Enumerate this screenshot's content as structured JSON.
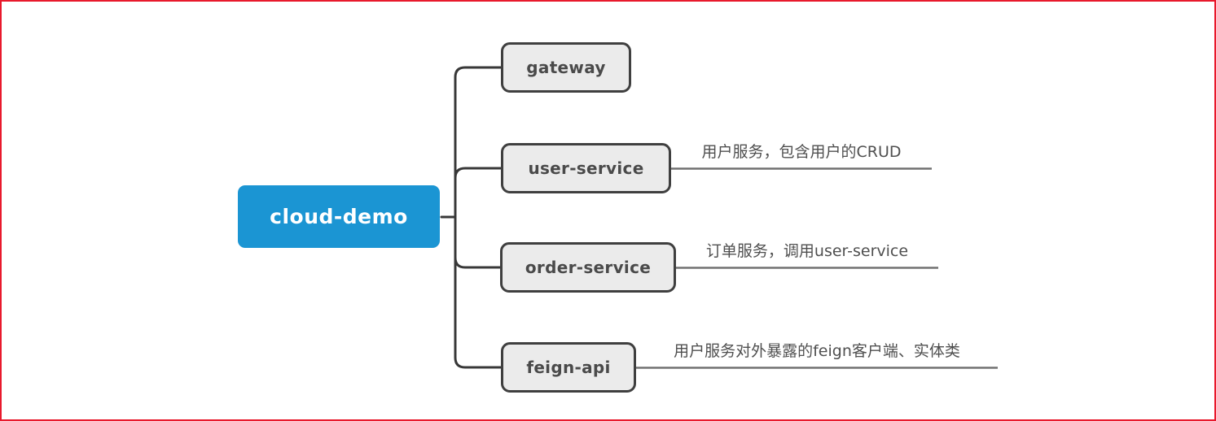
{
  "diagram": {
    "type": "mindmap",
    "root": {
      "label": "cloud-demo"
    },
    "children": [
      {
        "id": "gateway",
        "label": "gateway",
        "note": ""
      },
      {
        "id": "user-service",
        "label": "user-service",
        "note": "用户服务，包含用户的CRUD"
      },
      {
        "id": "order-service",
        "label": "order-service",
        "note": "订单服务，调用user-service"
      },
      {
        "id": "feign-api",
        "label": "feign-api",
        "note": "用户服务对外暴露的feign客户端、实体类"
      }
    ],
    "colors": {
      "root_fill": "#1B95D3",
      "root_text": "#FFFFFF",
      "node_fill": "#EBEBEB",
      "node_border": "#3F3F3F",
      "node_text": "#4A4A4A",
      "connector": "#383838",
      "note_line": "#707070",
      "note_text": "#4F4F4F",
      "frame": "#E8192C",
      "background": "#FFFFFF"
    }
  }
}
